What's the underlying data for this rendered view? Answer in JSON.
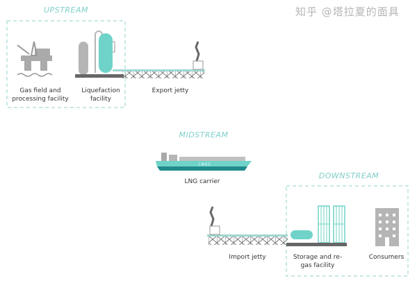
{
  "sections": {
    "upstream": "UPSTREAM",
    "midstream": "MIDSTREAM",
    "downstream": "DOWNSTREAM"
  },
  "labels": {
    "gas_field": [
      "Gas field and",
      "processing facility"
    ],
    "liquefaction": [
      "Liquefaction",
      "facility"
    ],
    "export_jetty": "Export jetty",
    "lng_carrier": "LNG carrier",
    "ship_name": "LNGC",
    "import_jetty": "Import jetty",
    "storage": [
      "Storage and re-",
      "gas facility"
    ],
    "consumers": "Consumers"
  },
  "watermark": "知乎 @塔拉夏的面具",
  "colors": {
    "accent": "#6fd3c9",
    "gray": "#b3b3b3",
    "dark": "#666666",
    "heading": "#7fcfca",
    "hull": "#1f8a8a"
  }
}
